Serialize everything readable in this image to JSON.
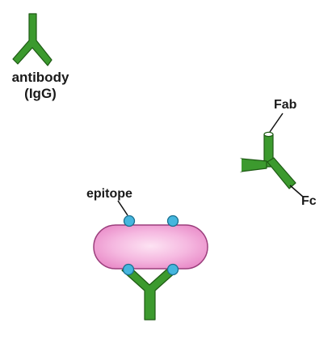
{
  "labels": {
    "antibody_line1": "antibody",
    "antibody_line2": "(IgG)",
    "fab": "Fab",
    "fc": "Fc",
    "epitope": "epitope"
  },
  "colors": {
    "antibody_fill": "#3c9a2e",
    "antibody_stroke": "#1e5a14",
    "antigen_fill": "#f2a6d8",
    "antigen_highlight": "#fde3f3",
    "antigen_stroke": "#9b3e7c",
    "epitope_fill": "#45b6de",
    "epitope_stroke": "#1b6f8e",
    "text": "#1a1a1a"
  },
  "icons": {
    "antibody": "y-shaped-antibody-icon",
    "antigen": "rounded-antigen-capsule",
    "epitope": "epitope-dot-icon"
  }
}
